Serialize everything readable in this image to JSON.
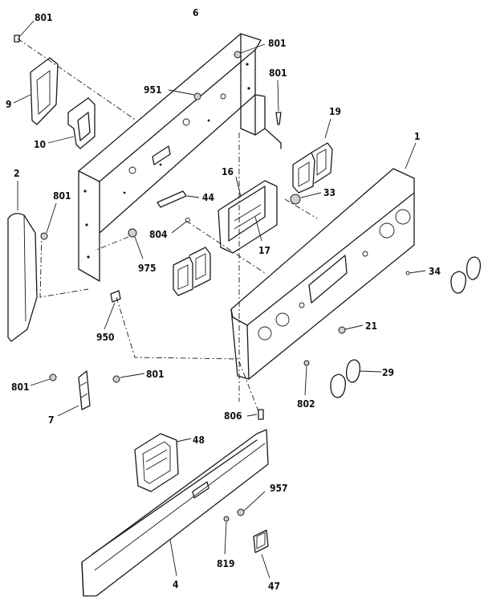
{
  "labels": {
    "801": "801",
    "6": "6",
    "9": "9",
    "10": "10",
    "951": "951",
    "19": "19",
    "1": "1",
    "2": "2",
    "16": "16",
    "44": "44",
    "33": "33",
    "804": "804",
    "17": "17",
    "34": "34",
    "975": "975",
    "950": "950",
    "21": "21",
    "29": "29",
    "802": "802",
    "7": "7",
    "806": "806",
    "48": "48",
    "957": "957",
    "819": "819",
    "4": "4",
    "47": "47"
  }
}
